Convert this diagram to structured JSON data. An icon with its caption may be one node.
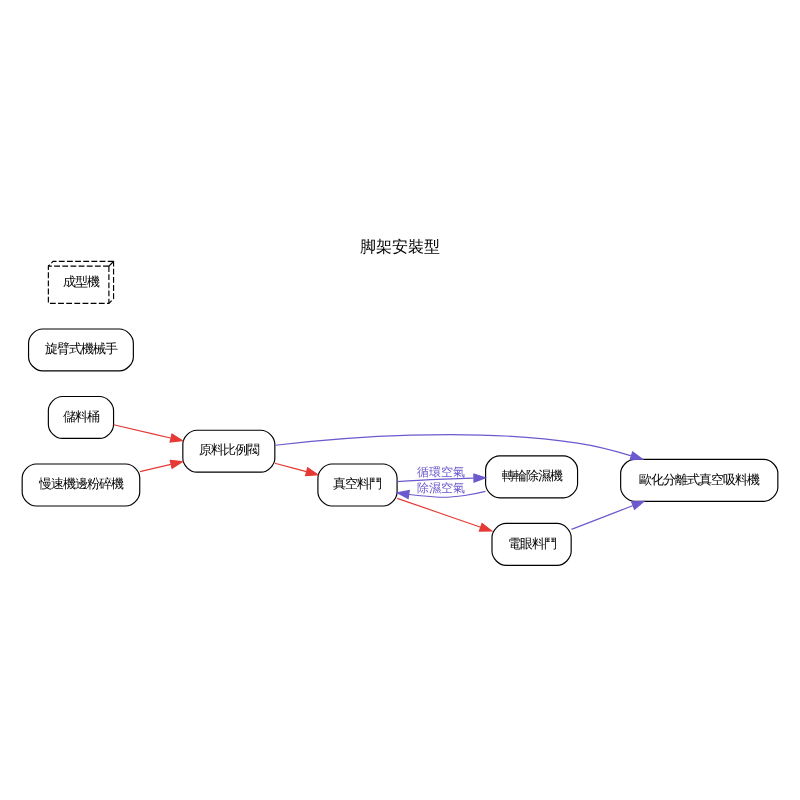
{
  "diagram": {
    "title": "脚架安裝型",
    "nodes": [
      {
        "text": [
          "歐化分離式真空吸料機"
        ]
      },
      {
        "text": [
          "儲料桶"
        ]
      },
      {
        "text": [
          "原料比例閥"
        ]
      },
      {
        "text": [
          "真空料鬥"
        ]
      },
      {
        "text": [
          "轉輪除濕機"
        ]
      },
      {
        "text": [
          "慢速機邊粉碎機"
        ]
      },
      {
        "text": [
          "旋臂式機械手"
        ]
      },
      {
        "text": [
          "電眼料鬥"
        ]
      },
      {
        "text": [
          "成型機"
        ]
      }
    ],
    "edges": [
      {
        "from": 7,
        "to": 0,
        "arrow": "to",
        "color": "#6a5acd"
      },
      {
        "from": 2,
        "to": 0,
        "arrow": "to",
        "color": "#6a5acd"
      },
      {
        "from": 1,
        "to": 2,
        "arrow": "to",
        "color": "#e53935"
      },
      {
        "from": 5,
        "to": 2,
        "arrow": "to",
        "color": "#e53935"
      },
      {
        "from": 2,
        "to": 3,
        "arrow": "to",
        "color": "#e53935"
      },
      {
        "from": 3,
        "to": 7,
        "arrow": "to",
        "color": "#e53935"
      },
      {
        "from": 3,
        "to": 4,
        "arrow": "to",
        "label": "循環空氣",
        "color": "#6a5acd"
      },
      {
        "from": 4,
        "to": 3,
        "arrow": "to",
        "label": "除濕空氣",
        "color": "#6a5acd"
      }
    ]
  }
}
